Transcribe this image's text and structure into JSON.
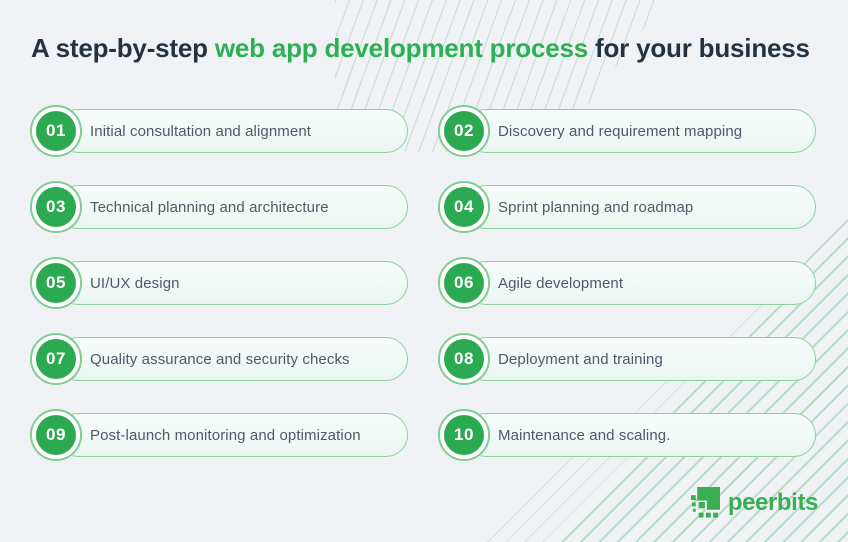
{
  "title": {
    "prefix": "A step-by-step ",
    "highlight": "web app development process",
    "suffix": " for your business"
  },
  "steps": [
    {
      "num": "01",
      "label": "Initial consultation and alignment"
    },
    {
      "num": "02",
      "label": "Discovery and requirement mapping"
    },
    {
      "num": "03",
      "label": "Technical planning and architecture"
    },
    {
      "num": "04",
      "label": "Sprint planning and roadmap"
    },
    {
      "num": "05",
      "label": "UI/UX design"
    },
    {
      "num": "06",
      "label": "Agile development"
    },
    {
      "num": "07",
      "label": "Quality assurance and security checks"
    },
    {
      "num": "08",
      "label": "Deployment and training"
    },
    {
      "num": "09",
      "label": "Post-launch monitoring and optimization"
    },
    {
      "num": "10",
      "label": "Maintenance and scaling."
    }
  ],
  "logo": {
    "text": "peerbits",
    "icon": "peerbits-pixel-icon"
  },
  "colors": {
    "background": "#f1f2f6",
    "accent_green": "#2caa51",
    "title_highlight_green": "#2bb153",
    "pill_border_green": "#8dd19e",
    "pill_fill": "#f1f9f6",
    "ring_border_green": "#7fcd92",
    "title_dark": "#243340",
    "label_gray": "#4e5a66",
    "logo_green": "#3aae52",
    "hatch_line_green": "#82be9b"
  }
}
